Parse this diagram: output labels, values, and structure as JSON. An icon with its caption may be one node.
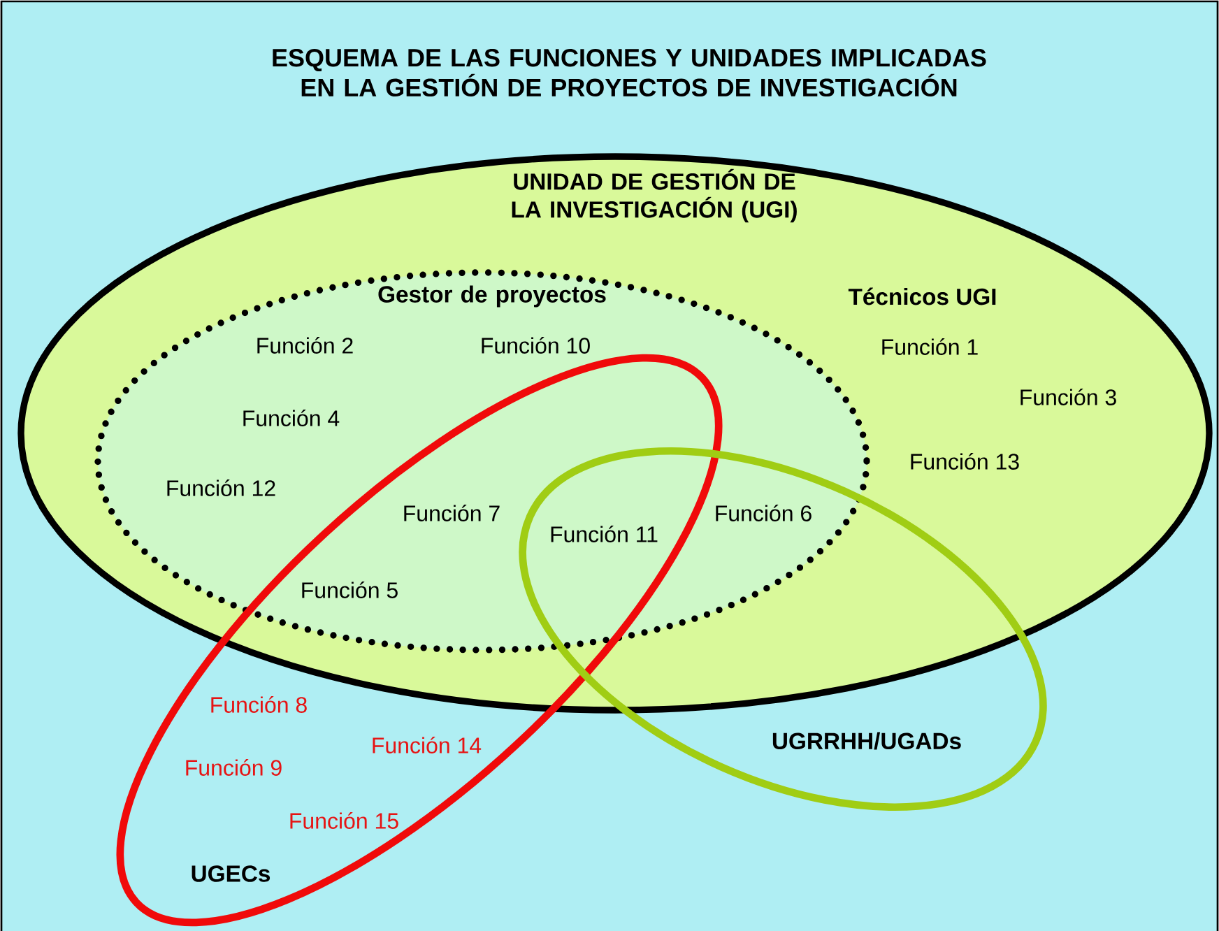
{
  "diagram": {
    "title": "ESQUEMA DE LAS FUNCIONES Y UNIDADES IMPLICADAS EN LA GESTIÓN DE PROYECTOS DE INVESTIGACIÓN",
    "nodes": [
      {
        "text": [
          "UNIDAD DE GESTIÓN DE LA INVESTIGACIÓN (UGI)"
        ]
      },
      {
        "text": [
          "Gestor de proyectos"
        ],
        "in": 0
      },
      {
        "text": [
          "UGECs"
        ]
      },
      {
        "text": [
          "UGRRHH/UGADs"
        ]
      }
    ],
    "labels": [
      "Técnicos UGI",
      "Función 2",
      "Función 10",
      "Función 1",
      "Función 3",
      "Función 4",
      "Función 13",
      "Función 12",
      "Función 7",
      "Función 11",
      "Función 6",
      "Función 5",
      "Función 8",
      "Función 14",
      "Función 9",
      "Función 15"
    ]
  }
}
